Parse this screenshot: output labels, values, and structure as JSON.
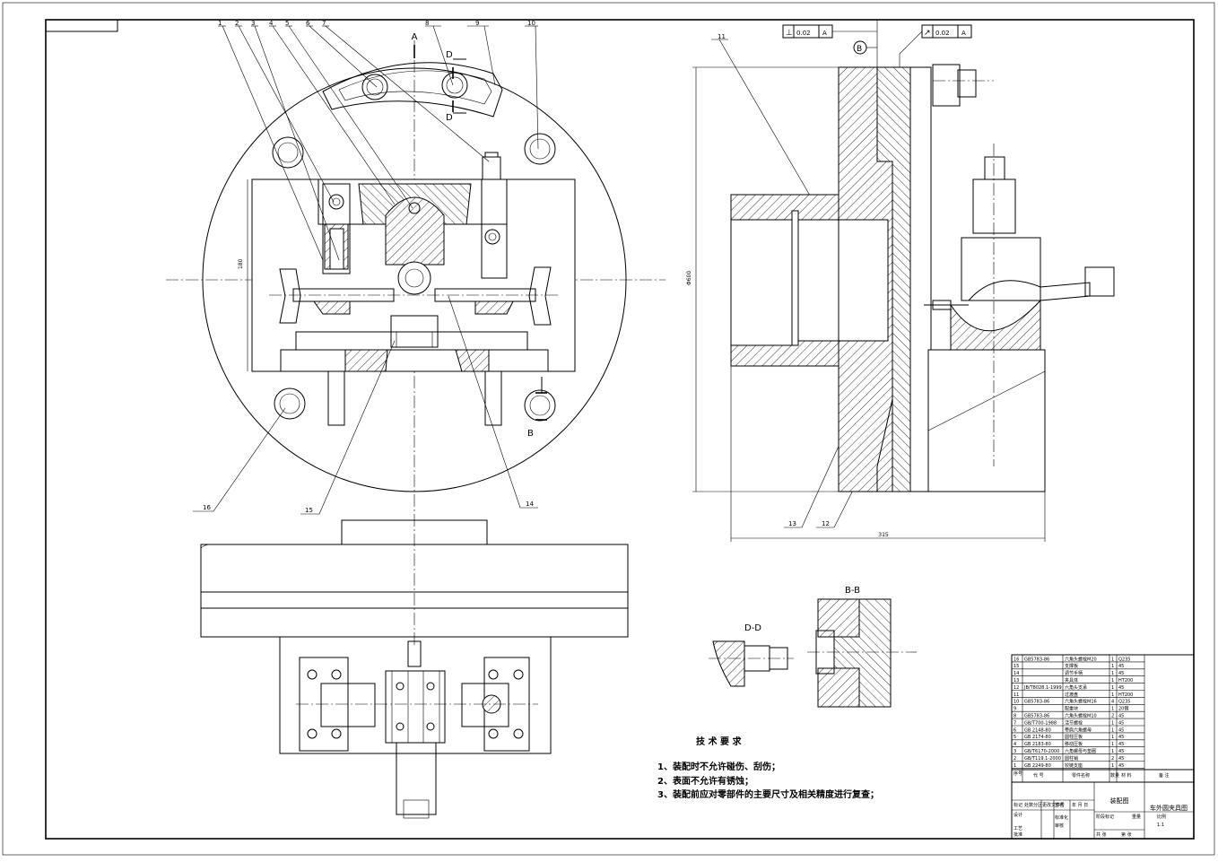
{
  "balloons": [
    "1",
    "2",
    "3",
    "4",
    "5",
    "6",
    "7",
    "8",
    "9",
    "10",
    "11",
    "12",
    "13",
    "14",
    "15",
    "16"
  ],
  "section_marks": {
    "a": "A",
    "b": "B",
    "d": "D"
  },
  "section_titles": {
    "dd": "D-D",
    "bb": "B-B"
  },
  "dimensions": {
    "height_180": "180",
    "dia_600": "Φ600",
    "len_315": "315"
  },
  "tolerance_frames": [
    {
      "symbol": "⊥",
      "value": "0.02",
      "datum": "A"
    },
    {
      "symbol": "↗",
      "value": "0.02",
      "datum": "A"
    }
  ],
  "datum_b": "B",
  "tech_req": {
    "title": "技 术 要 求",
    "items": [
      "1、装配时不允许碰伤、刮伤；",
      "2、表面不允许有锈蚀；",
      "3、装配前应对零部件的主要尺寸及相关精度进行复查；"
    ]
  },
  "bom": [
    {
      "no": "16",
      "code": "GB5783-86",
      "name": "六角头螺栓M20",
      "qty": "1",
      "mat": "Q235"
    },
    {
      "no": "15",
      "code": "",
      "name": "支撑板",
      "qty": "1",
      "mat": "45"
    },
    {
      "no": "14",
      "code": "",
      "name": "调节手柄",
      "qty": "1",
      "mat": "45"
    },
    {
      "no": "13",
      "code": "",
      "name": "夹具体",
      "qty": "1",
      "mat": "HT200"
    },
    {
      "no": "12",
      "code": "JB/T8028.1-1999",
      "name": "六角头支承",
      "qty": "1",
      "mat": "45"
    },
    {
      "no": "11",
      "code": "",
      "name": "过渡盘",
      "qty": "1",
      "mat": "HT200"
    },
    {
      "no": "10",
      "code": "GB5783-86",
      "name": "六角头螺栓M16",
      "qty": "4",
      "mat": "Q235"
    },
    {
      "no": "9",
      "code": "",
      "name": "配重块",
      "qty": "1",
      "mat": "20钢"
    },
    {
      "no": "8",
      "code": "GB5783-86",
      "name": "六角头螺栓M10",
      "qty": "2",
      "mat": "45"
    },
    {
      "no": "7",
      "code": "GB/T700-1988",
      "name": "活节螺栓",
      "qty": "1",
      "mat": "45"
    },
    {
      "no": "6",
      "code": "GB 2148-80",
      "name": "带肩六角螺母",
      "qty": "1",
      "mat": "45"
    },
    {
      "no": "5",
      "code": "GB 2174-80",
      "name": "圆柱压板",
      "qty": "1",
      "mat": "45"
    },
    {
      "no": "4",
      "code": "GB 2183-80",
      "name": "移动压板",
      "qty": "1",
      "mat": "45"
    },
    {
      "no": "3",
      "code": "GB/T6170-2000",
      "name": "六角螺母与垫圈",
      "qty": "1",
      "mat": "45"
    },
    {
      "no": "2",
      "code": "GB/T119.1-2000",
      "name": "圆柱销",
      "qty": "2",
      "mat": "45"
    },
    {
      "no": "1",
      "code": "GB 2249-80",
      "name": "铰链支座",
      "qty": "1",
      "mat": "45"
    }
  ],
  "bom_header": {
    "no": "序号",
    "code": "代 号",
    "name": "零件名称",
    "qty": "数量",
    "mat": "材 料",
    "note": "备 注"
  },
  "title_block": {
    "drawing_type": "装配图",
    "drawing_name": "车外圆夹具图",
    "labels": [
      "标记",
      "处数",
      "分区",
      "更改文件号",
      "签名",
      "年 月 日",
      "设计",
      "标准化",
      "审核",
      "工艺",
      "批准",
      "阶段标记",
      "重量",
      "比例",
      "共 张",
      "第 张"
    ],
    "scale": "1:1"
  }
}
